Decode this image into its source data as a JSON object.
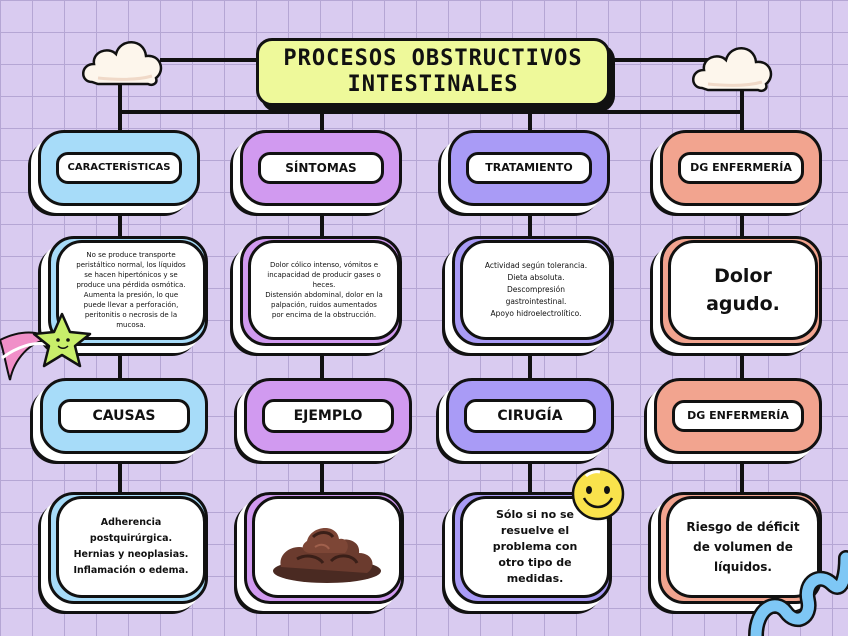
{
  "title": "PROCESOS OBSTRUCTIVOS\nINTESTINALES",
  "colors": {
    "blue": "#a7dcf9",
    "purple": "#d19af0",
    "indigo": "#a99bf6",
    "salmon": "#f2a48f",
    "title": "#eef99a"
  },
  "columns": [
    {
      "header": "CARACTERÍSTICAS",
      "detail": "No se produce transporte peristáltico normal, los líquidos se hacen hipertónicos y se produce una pérdida osmótica. Aumenta la presión, lo que puede llevar a perforación, peritonitis o necrosis de la mucosa.",
      "header2": "CAUSAS",
      "detail2": "Adherencia postquirúrgica.\nHernias y neoplasias.\nInflamación o edema."
    },
    {
      "header": "SÍNTOMAS",
      "detail": "Dolor cólico intenso, vómitos e incapacidad de producir gases o heces.\nDistensión abdominal, dolor en la palpación, ruidos aumentados por encima de la obstrucción.",
      "header2": "EJEMPLO"
    },
    {
      "header": "TRATAMIENTO",
      "detail": "Actividad según tolerancia.\nDieta absoluta.\nDescompresión gastrointestinal.\nApoyo hidroelectrolítico.",
      "header2": "CIRUGÍA",
      "detail2": "Sólo si no se resuelve el problema con otro tipo de medidas."
    },
    {
      "header": "DG ENFERMERÍA",
      "detail": "Dolor agudo.",
      "header2": "DG ENFERMERÍA",
      "detail2": "Riesgo de déficit de volumen de líquidos."
    }
  ]
}
